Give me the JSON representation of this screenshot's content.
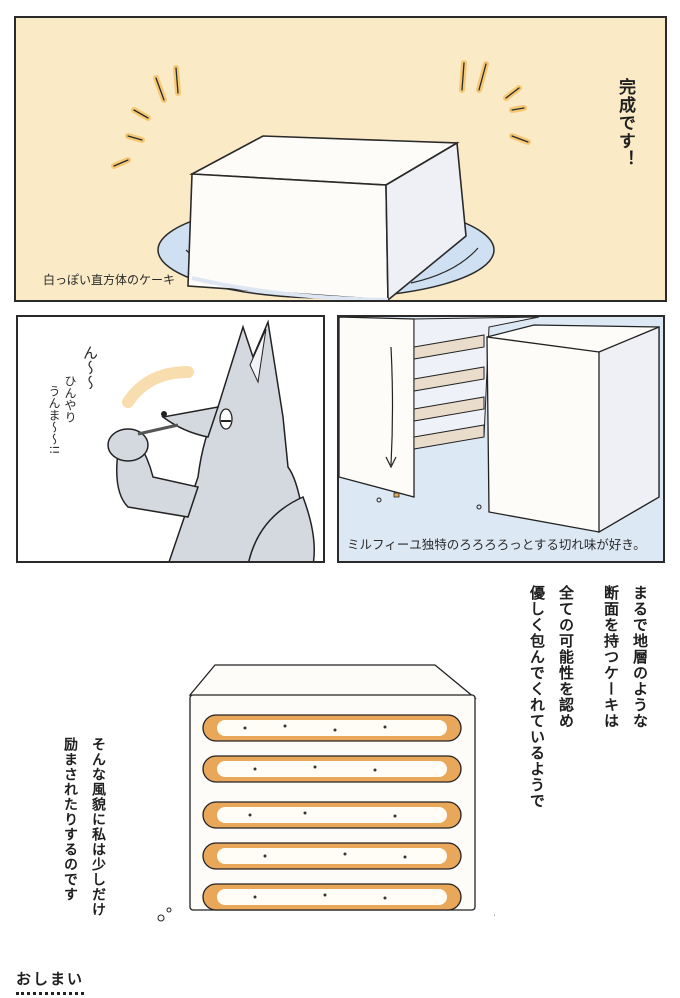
{
  "page": {
    "type": "manga-page",
    "background_color": "#ffffff"
  },
  "panels": {
    "top": {
      "background_color": "#fbeac6",
      "caption": "白っぽい直方体のケーキ",
      "dialogue": "完成です！",
      "plate_color": "#cfe0f3",
      "cake_color": "#fdfcf8",
      "sparkle_color": "#f6c873"
    },
    "middle_left": {
      "background_color": "#ffffff",
      "sound_effect_1": "ん〜〜",
      "sound_effect_2": "ひんやり",
      "sound_effect_3": "うんま〜〜!!",
      "fox_color": "#d4d8df",
      "glow_color": "#f8deae"
    },
    "middle_right": {
      "background_color": "#dde8f5",
      "caption": "ミルフィーユ独特のろろろろっとする切れ味が好き。",
      "layer_color": "#e9dccb"
    }
  },
  "bottom_section": {
    "narration_right_col1": "まるで地層のような",
    "narration_right_col2": "断面を持つケーキは",
    "narration_right_col3": "全ての可能性を認め",
    "narration_right_col4": "優しく包んでくれているようで",
    "narration_left_col1": "そんな風貌に私は少しだけ",
    "narration_left_col2": "励まされたりするのです",
    "pastry_color": "#e9a75a",
    "cream_color": "#fffdf5"
  },
  "footer": {
    "end_label": "おしまい"
  }
}
